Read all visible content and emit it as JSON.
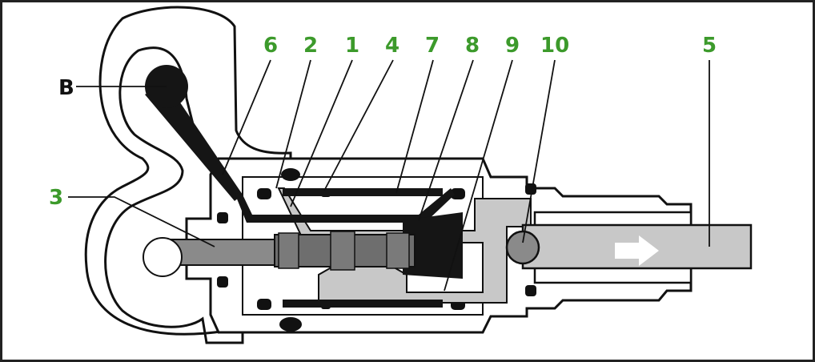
{
  "labels": {
    "B": "B",
    "n1": "1",
    "n2": "2",
    "n3": "3",
    "n4": "4",
    "n5": "5",
    "n6": "6",
    "n7": "7",
    "n8": "8",
    "n9": "9",
    "n10": "10"
  },
  "colors": {
    "label_green": "#3c9a2b",
    "label_black": "#111111",
    "housing": "#ffffff",
    "outline": "#111111",
    "passage_gray": "#c8c8c8",
    "piston_gray": "#7a7a7a",
    "black_passage": "#151515",
    "flow_arrow": "#ffffff"
  },
  "icons": {
    "flow_direction": "right-arrow-icon",
    "check_valve": "ball-icon"
  }
}
